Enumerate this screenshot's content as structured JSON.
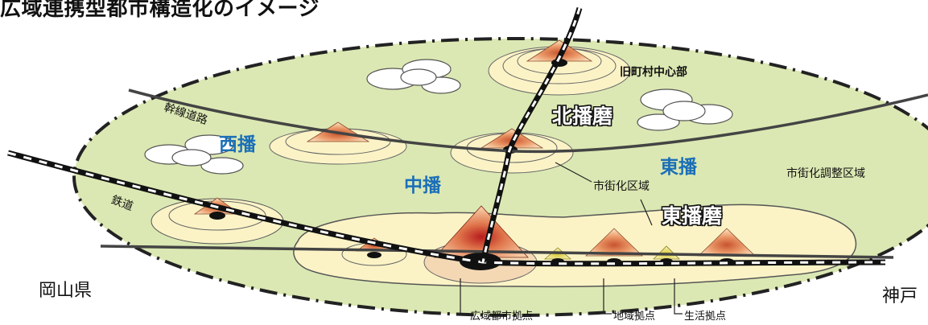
{
  "title": "広域連携型都市構造化のイメージ",
  "regions": {
    "nishiharima": "西播",
    "nakaharima": "中播",
    "higashiharima": "東播",
    "kitaharima": "北播磨",
    "higashiharima_area": "東播磨"
  },
  "labels": {
    "kyu_choson": "旧町村中心部",
    "kansen_doro": "幹線道路",
    "tetsudo": "鉄道",
    "shigaika_kuiki": "市街化区域",
    "chosei_kuiki": "市街化調整区域",
    "okayama": "岡山県",
    "kobe": "神戸"
  },
  "legend": {
    "kouiki": "広域都市拠点",
    "chiiki": "地域拠点",
    "seikatsu": "生活拠点"
  },
  "colors": {
    "plain": "#dbe8b3",
    "urban_area": "#fbf3c6",
    "line": "#444444",
    "region_blue": "#1b6fb8"
  }
}
